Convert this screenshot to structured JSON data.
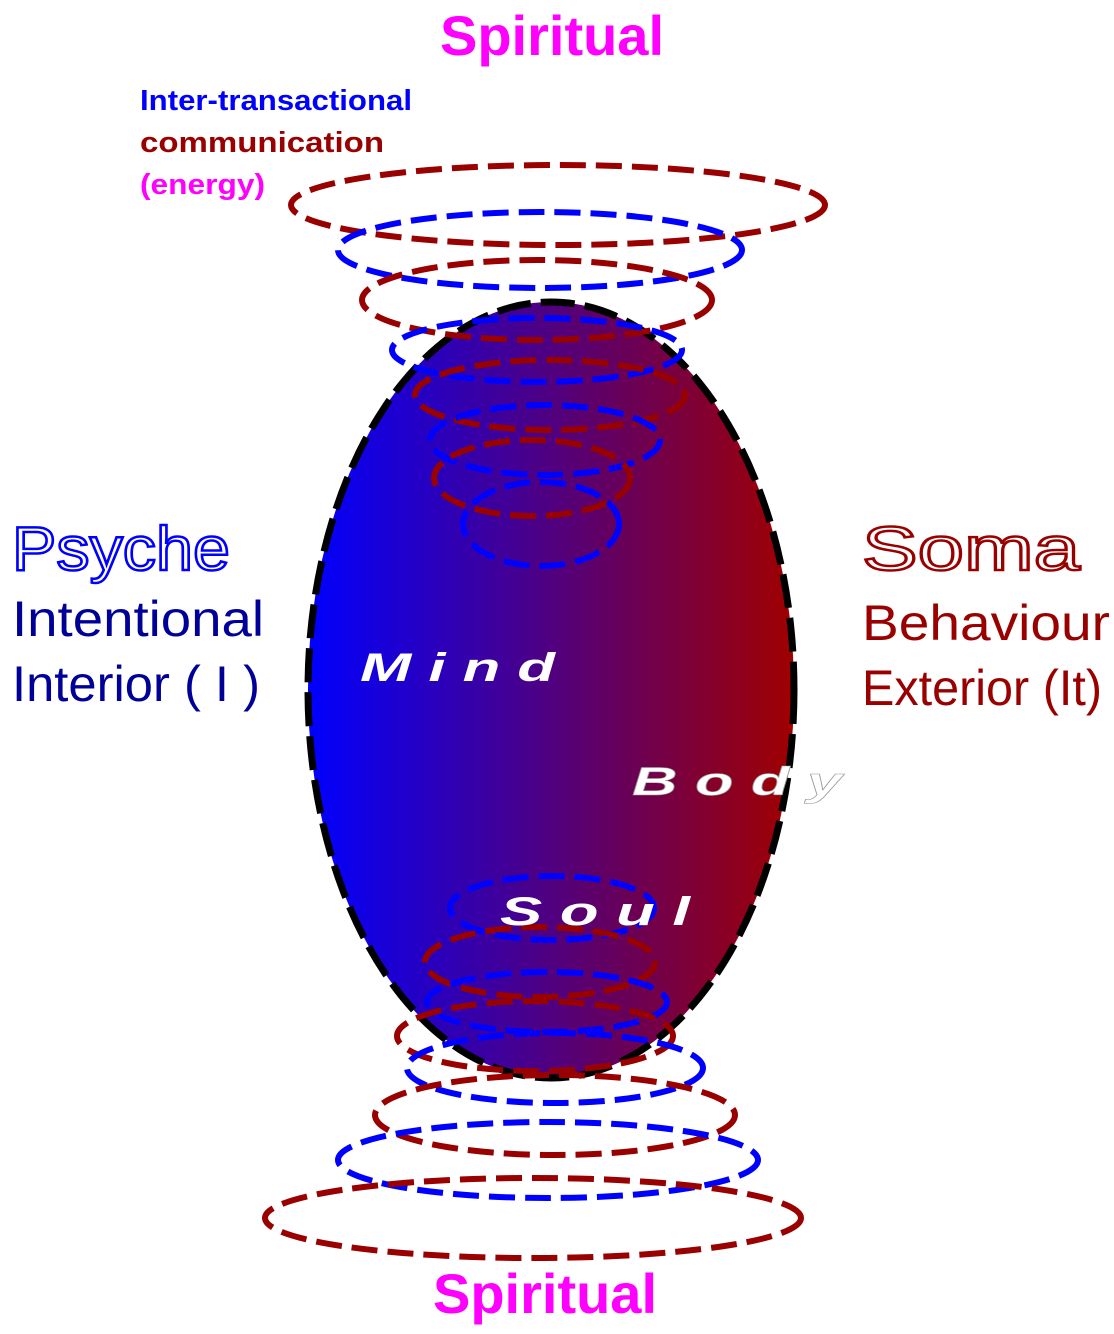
{
  "labels": {
    "top_title": "Spiritual",
    "bottom_title": "Spiritual",
    "comm_line1": "Inter-transactional",
    "comm_line2": "communication",
    "comm_line3": "(energy)",
    "psyche_title": "Psyche",
    "psyche_line1": "Intentional",
    "psyche_line2": "Interior ( I )",
    "soma_title": "Soma",
    "soma_line1": "Behaviour",
    "soma_line2": "Exterior (It)",
    "mind": "M i n d",
    "body": "B o d y",
    "soul": "S o u l"
  },
  "colors": {
    "spiritual": "#ff00ff",
    "psyche": "#0000ff",
    "soma": "#990000",
    "comm_blue": "#0000ff",
    "comm_red": "#990000",
    "comm_magenta": "#ff00ff",
    "egg_left": "#0000ff",
    "egg_right": "#a00000",
    "egg_outline": "#000000",
    "inner_text": "#ffffff"
  }
}
